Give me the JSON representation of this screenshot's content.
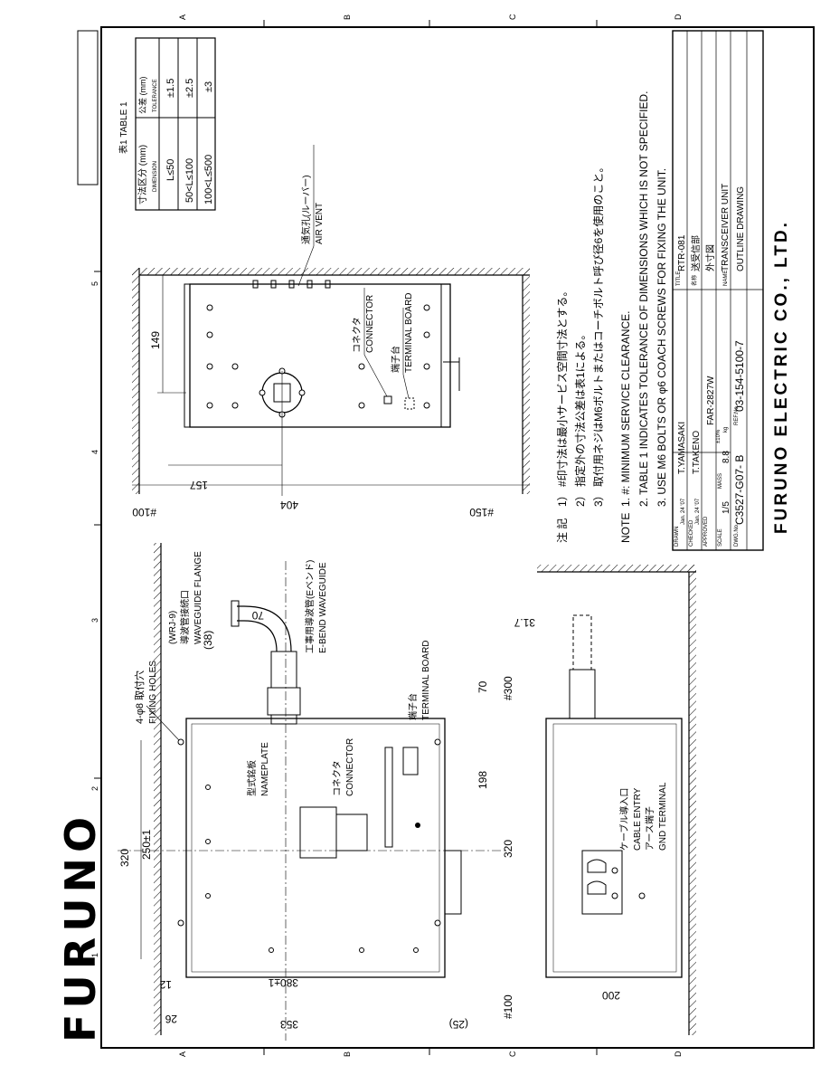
{
  "brand": "FURUNO",
  "company": "FURUNO ELECTRIC CO., LTD.",
  "zones": {
    "letters": [
      "A",
      "B",
      "C",
      "D"
    ],
    "numbers": [
      "1",
      "2",
      "3",
      "4",
      "5"
    ]
  },
  "table1": {
    "title": "表1 TABLE 1",
    "col1_header_jp": "寸法区分 (mm)",
    "col1_header_en": "DIMENSION",
    "col2_header_jp": "公差 (mm)",
    "col2_header_en": "TOLERANCE",
    "rows": [
      {
        "dimension": "L≤50",
        "tolerance": "±1.5"
      },
      {
        "dimension": "50<L≤100",
        "tolerance": "±2.5"
      },
      {
        "dimension": "100<L≤500",
        "tolerance": "±3"
      }
    ]
  },
  "notes_jp": {
    "label": "注 記",
    "items": [
      "1） #印寸法は最小サービス空間寸法とする。",
      "2） 指定外の寸法公差は表1による。",
      "3） 取付用ネジはM6ボルトまたはコーチボルト呼び径6を使用のこと。"
    ]
  },
  "notes_en": {
    "label": "NOTE",
    "items": [
      "1.  #: MINIMUM SERVICE CLEARANCE.",
      "2.  TABLE 1 INDICATES TOLERANCE OF DIMENSIONS WHICH IS NOT SPECIFIED.",
      "3.  USE M6 BOLTS OR φ6 COACH SCREWS FOR FIXING THE UNIT."
    ]
  },
  "title_block": {
    "drawn_label": "DRAWN",
    "drawn_date": "Jan. 24 '07",
    "drawn_by": "T.YAMASAKI",
    "checked_label": "CHECKED",
    "checked_date": "Jan. 24 '07",
    "checked_by": "T.TAKENO",
    "approved_label": "APPROVED",
    "scale_label": "SCALE",
    "scale": "1/5",
    "mass_label": "MASS",
    "mass": "8.8",
    "mass_tol": "±10%",
    "mass_unit": "kg",
    "dwg_label": "DWG.No.",
    "dwg_no": "C3527-G07- B",
    "ref_label": "REF.No.",
    "ref_no": "03-154-5100-7",
    "model": "FAR-2827W",
    "title_label": "TITLE",
    "title": "RTR-081",
    "title_jp": "送受信部",
    "name_jp_label": "名称",
    "name_jp": "外寸図",
    "name_label": "NAME",
    "name_en1": "TRANSCEIVER UNIT",
    "name_en2": "OUTLINE DRAWING"
  },
  "labels": {
    "fixing_holes_jp": "4-φ8 取付穴",
    "fixing_holes_en": "FIXING HOLES",
    "wrj_jp": "(WRJ-9)",
    "wg_flange_jp": "導波管接続口",
    "wg_flange_en": "WAVEGUIDE FLANGE",
    "ebend_jp": "工事用導波管(Eベンド)",
    "ebend_en": "E-BEND WAVEGUIDE",
    "terminal_jp": "端子台",
    "terminal_en": "TERMINAL BOARD",
    "connector_jp": "コネクタ",
    "connector_en": "CONNECTOR",
    "nameplate_jp": "型式銘板",
    "nameplate_en": "NAMEPLATE",
    "cable_jp": "ケーブル導入口",
    "cable_en": "CABLE ENTRY",
    "gnd_jp": "アース端子",
    "gnd_en": "GND TERMINAL",
    "air_vent_jp": "通気孔(ルーバー)",
    "air_vent_en": "AIR VENT",
    "connector2_jp": "コネクタ",
    "connector2_en": "CONNECTOR",
    "terminal2_jp": "端子台",
    "terminal2_en": "TERMINAL BOARD"
  },
  "dims": {
    "d320_top": "320",
    "d250": "250±1",
    "d12": "12",
    "d26": "26",
    "d380": "380±1",
    "d353": "353",
    "d25": "(25)",
    "d38": "(38)",
    "d70a": "70",
    "d70b": "70",
    "d300": "#300",
    "d198": "198",
    "d320_mid": "320",
    "d100": "#100",
    "d200": "200",
    "d31_7": "31.7",
    "d149": "149",
    "d157": "157",
    "d404": "404",
    "d100r": "#100",
    "d150": "#150"
  }
}
